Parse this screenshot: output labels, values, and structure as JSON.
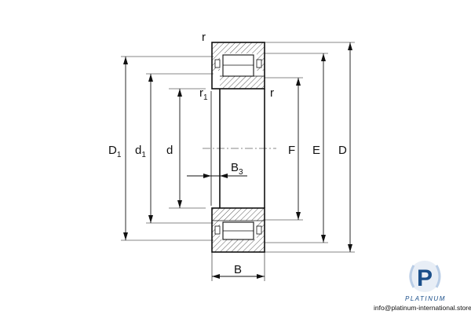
{
  "labels": {
    "r_top": "r",
    "r1": "r",
    "r1_sub": "1",
    "r_mid": "r",
    "D1": "D",
    "D1_sub": "1",
    "d1": "d",
    "d1_sub": "1",
    "d": "d",
    "B3": "B",
    "B3_sub": "3",
    "F": "F",
    "E": "E",
    "D": "D",
    "B": "B"
  },
  "brand": {
    "logo_letter": "P",
    "name": "PLATINUM",
    "contact": "info@platinum-international.store"
  },
  "colors": {
    "line": "#111111",
    "brand_blue": "#1b4f8a",
    "brand_light": "#b9cde6"
  }
}
